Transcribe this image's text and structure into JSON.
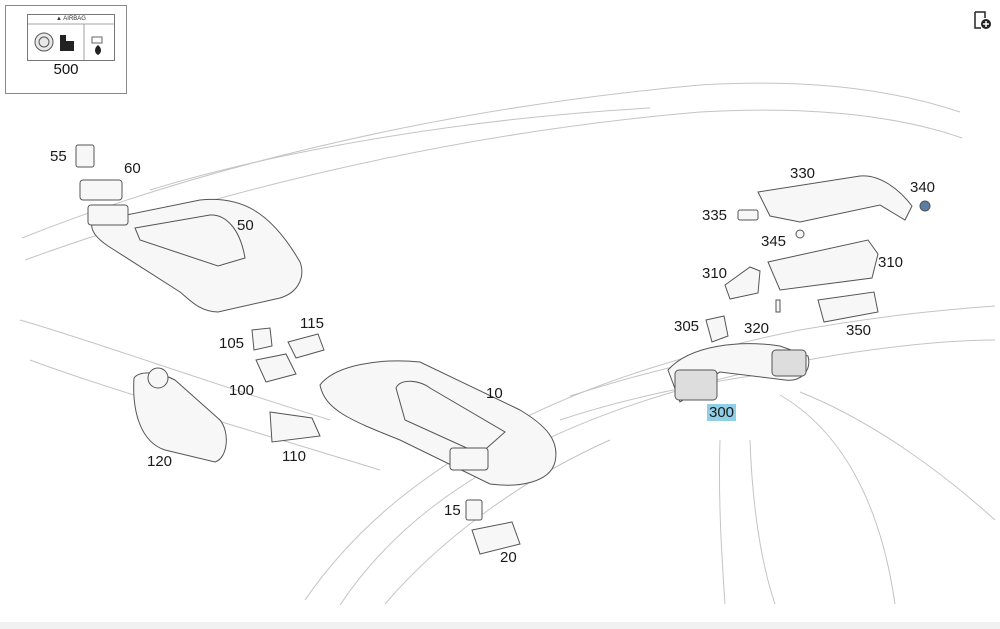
{
  "header": {
    "airbag_label": "AIRBAG",
    "airbag_part": "500"
  },
  "toolbar": {
    "icon": "add-to-list-icon"
  },
  "callouts": {
    "c55": "55",
    "c60": "60",
    "c50": "50",
    "c105": "105",
    "c115": "115",
    "c100": "100",
    "c110": "110",
    "c120": "120",
    "c10": "10",
    "c15": "15",
    "c20": "20",
    "c330": "330",
    "c340": "340",
    "c335": "335",
    "c345": "345",
    "c310a": "310",
    "c310b": "310",
    "c305": "305",
    "c320": "320",
    "c350": "350",
    "c300": "300"
  },
  "highlight": {
    "selected_part": "300",
    "color": "#8fd0e6"
  }
}
